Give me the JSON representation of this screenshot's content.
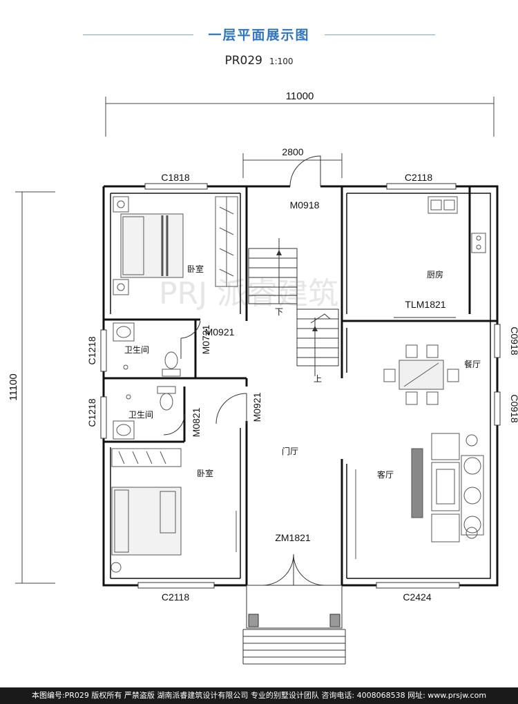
{
  "header": {
    "title": "一层平面展示图",
    "code": "PR029",
    "scale": "1:100"
  },
  "dimensions": {
    "total_width": "11000",
    "total_height": "11100",
    "stair_width": "2800"
  },
  "rooms": {
    "bedroom_top": "卧室",
    "kitchen": "厨房",
    "bathroom_1": "卫生间",
    "bathroom_2": "卫生间",
    "bedroom_bottom": "卧室",
    "hall": "门厅",
    "dining": "餐厅",
    "living": "客厅",
    "stair_down": "下",
    "stair_up": "上"
  },
  "openings": {
    "window_top_left": "C1818",
    "window_top_right": "C2118",
    "door_main_top": "M0918",
    "door_kitchen": "TLM1821",
    "door_bath1": "M0921",
    "door_bath1_side": "M0721",
    "window_bath1": "C1218",
    "window_bath2": "C1218",
    "door_bath2": "M0821",
    "door_bedroom": "M0921",
    "window_dining_1": "C0918",
    "window_dining_2": "C0918",
    "door_entry": "ZM1821",
    "window_bottom_left": "C2118",
    "window_bottom_right": "C2424"
  },
  "watermark": "PRJ 派睿建筑",
  "footer": "本图编号:PR029 版权所有 严禁盗版 湖南派睿建筑设计有限公司 专业的别墅设计团队 咨询电话: 4008068538 网址: www.prsjw.com"
}
